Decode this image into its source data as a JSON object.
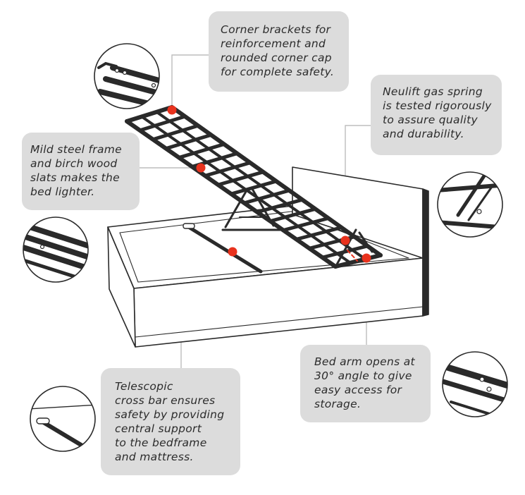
{
  "callouts": {
    "corner_brackets": "Corner brackets for\nreinforcement and\nrounded corner cap\nfor complete safety.",
    "gas_spring": "Neulift gas spring\nis tested rigorously\nto assure quality\nand durability.",
    "steel_frame": "Mild steel frame\nand birch wood\nslats makes the\nbed lighter.",
    "bed_arm": "Bed arm opens at\n30° angle to give\neasy access for\nstorage.",
    "telescopic": "Telescopic\ncross bar ensures\nsafety by providing\ncentral support\nto the bedframe\nand mattress."
  },
  "colors": {
    "callout_bg": "#dcdcdc",
    "marker": "#e8321d",
    "line": "#bdbdbd",
    "outline": "#2a2a2a"
  }
}
